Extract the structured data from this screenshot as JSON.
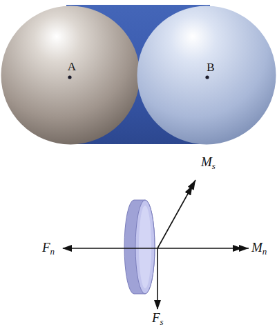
{
  "diagram": {
    "nodes": [
      {
        "text": [
          "A"
        ]
      },
      {
        "text": [
          "B"
        ]
      }
    ],
    "labels": [
      "Fn",
      "Ms",
      "Mn",
      "Fs"
    ]
  }
}
